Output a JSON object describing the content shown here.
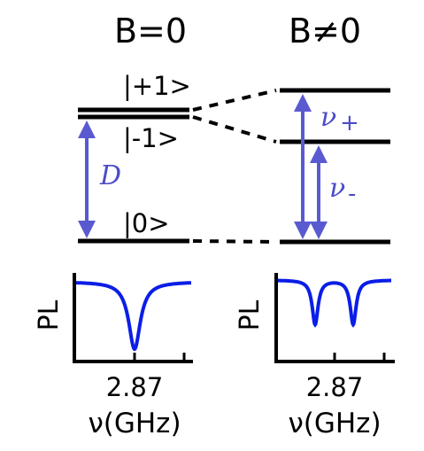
{
  "diagram": {
    "title_left": "B=0",
    "title_right": "B≠0",
    "labels": {
      "plus_one": "|+1>",
      "minus_one": "|-1>",
      "zero": "|0>",
      "splitting": "D",
      "nu_plus": "ν",
      "nu_plus_sub": "+",
      "nu_minus": "ν",
      "nu_minus_sub": "-"
    },
    "colors": {
      "levels": "#000000",
      "arrows": "#5a5ad0",
      "curve": "#0a1ee6",
      "greek": "#4b4bc8"
    }
  },
  "spectra": [
    {
      "ylabel": "PL",
      "tick": "2.87",
      "xlabel": "ν(GHz)"
    },
    {
      "ylabel": "PL",
      "tick": "2.87",
      "xlabel": "ν(GHz)"
    }
  ]
}
